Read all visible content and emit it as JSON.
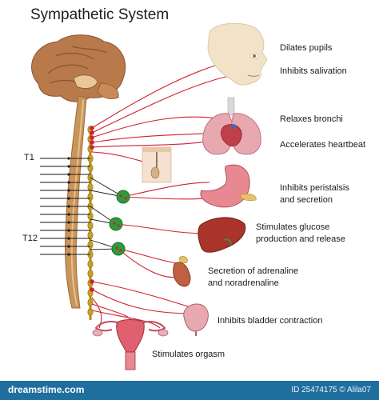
{
  "title": "Sympathetic System",
  "vertebra_labels": {
    "t1": "T1",
    "t12": "T12"
  },
  "effects": [
    {
      "id": "pupils",
      "lines": [
        "Dilates pupils"
      ]
    },
    {
      "id": "saliva",
      "lines": [
        "Inhibits salivation"
      ]
    },
    {
      "id": "bronchi",
      "lines": [
        "Relaxes bronchi"
      ]
    },
    {
      "id": "heart",
      "lines": [
        "Accelerates heartbeat"
      ]
    },
    {
      "id": "stomach",
      "lines": [
        "Inhibits peristalsis",
        "and secretion"
      ]
    },
    {
      "id": "liver",
      "lines": [
        "Stimulates glucose",
        "production and release"
      ]
    },
    {
      "id": "adrenal",
      "lines": [
        "Secretion of adrenaline",
        "and noradrenaline"
      ]
    },
    {
      "id": "bladder",
      "lines": [
        "Inhibits bladder contraction"
      ]
    },
    {
      "id": "genitals",
      "lines": [
        "Stimulates orgasm"
      ]
    }
  ],
  "footer": {
    "brand": "dreamstime.com",
    "meta": "ID 25474175 © Alila07"
  },
  "colors": {
    "nerve": "#d02030",
    "ganglion": "#2e9a3c",
    "chain_node": "#c8a020",
    "spine": "#c9955b",
    "brain": "#b87a4a",
    "footer_bg": "#1f6f9e"
  }
}
